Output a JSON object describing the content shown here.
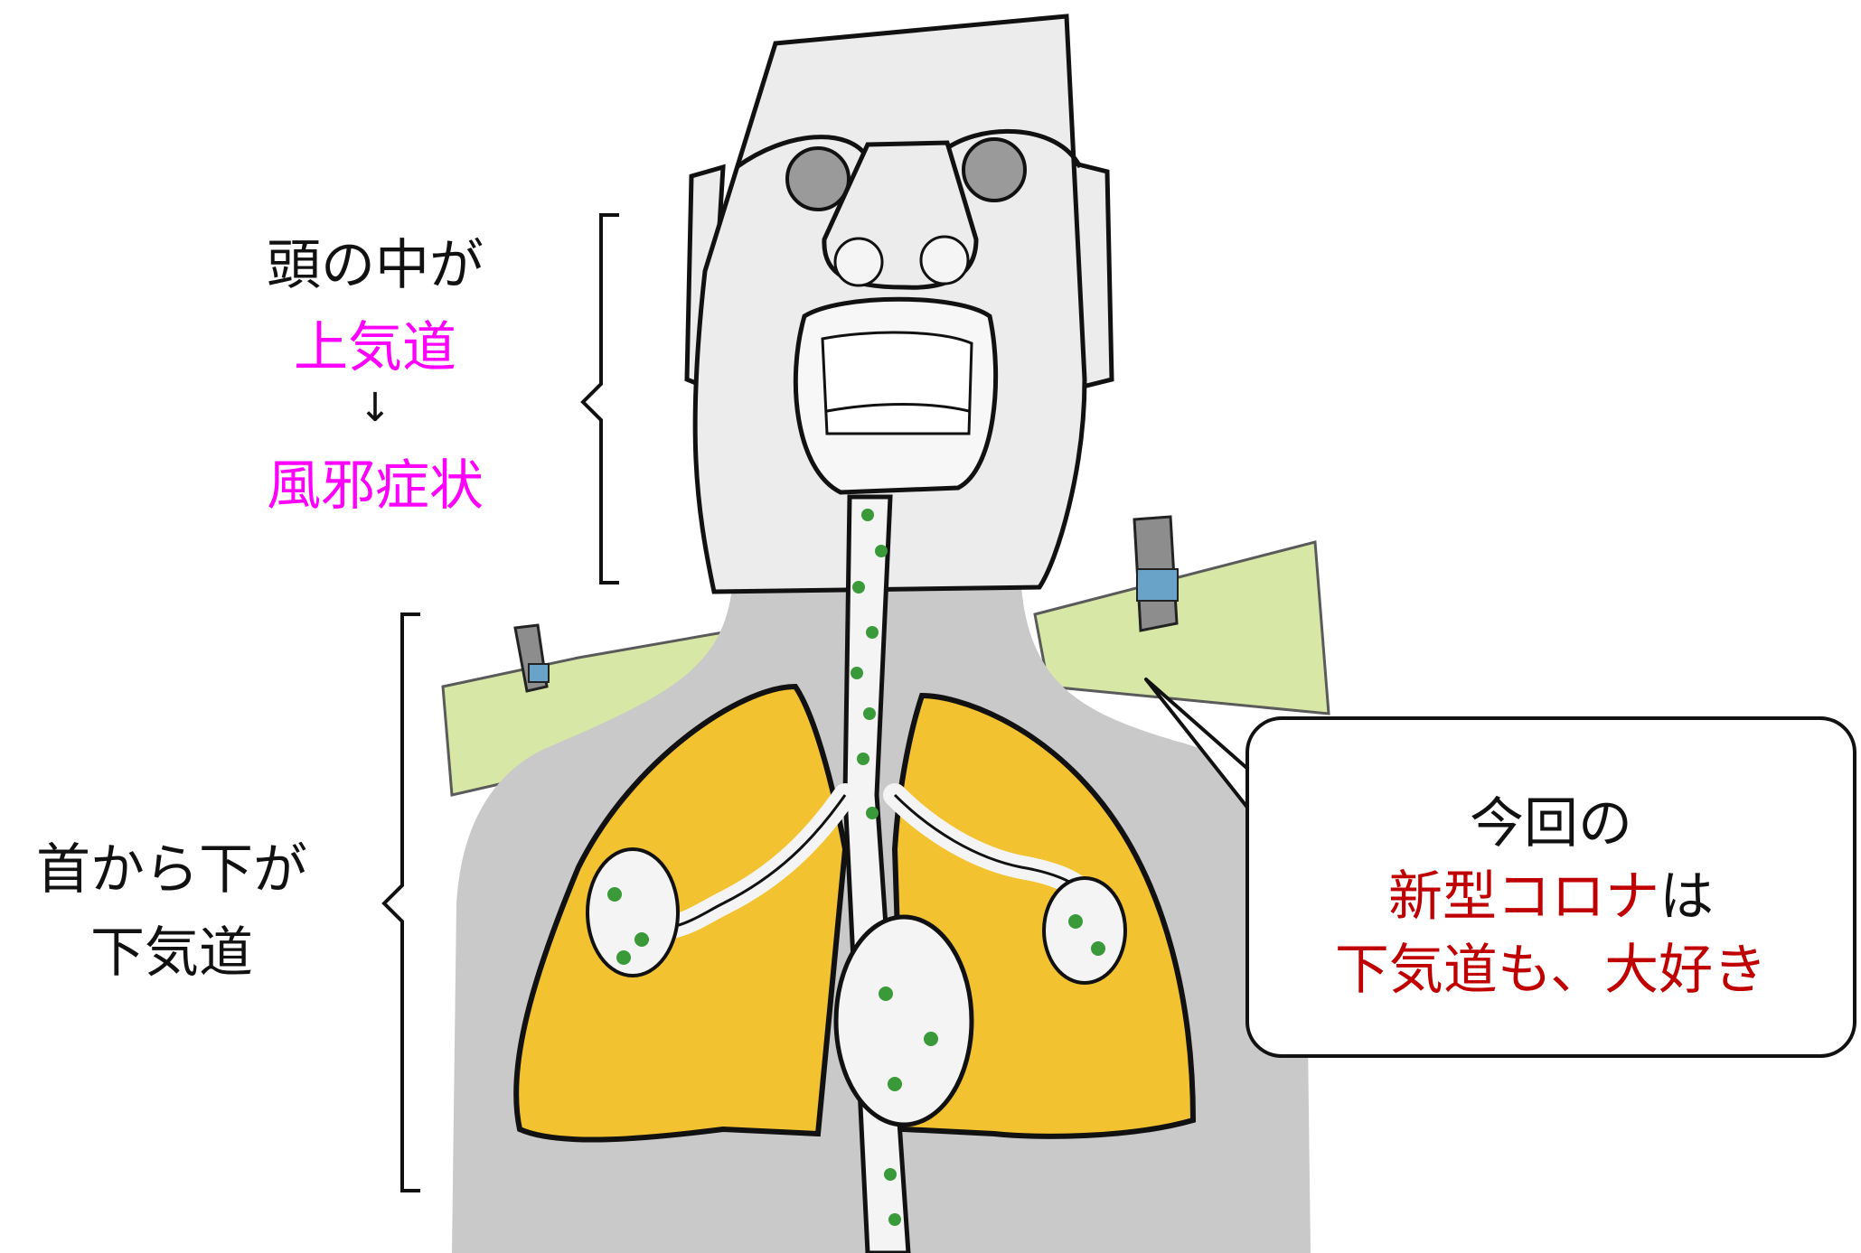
{
  "upper_section": {
    "line1": "頭の中が",
    "line2": "上気道",
    "arrow": "↓",
    "line4": "風邪症状"
  },
  "lower_section": {
    "line1": "首から下が",
    "line2": "下気道"
  },
  "callout": {
    "line1": "今回の",
    "line2_red": "新型コロナ",
    "line2_black": "は",
    "line3": "下気道も、大好き"
  },
  "colors": {
    "magenta": "#ff00ff",
    "red": "#c00000",
    "lung": "#f2c230",
    "grass": "#d7e8a6",
    "body": "#c9c9c9",
    "virus": "#3a9a3a"
  }
}
